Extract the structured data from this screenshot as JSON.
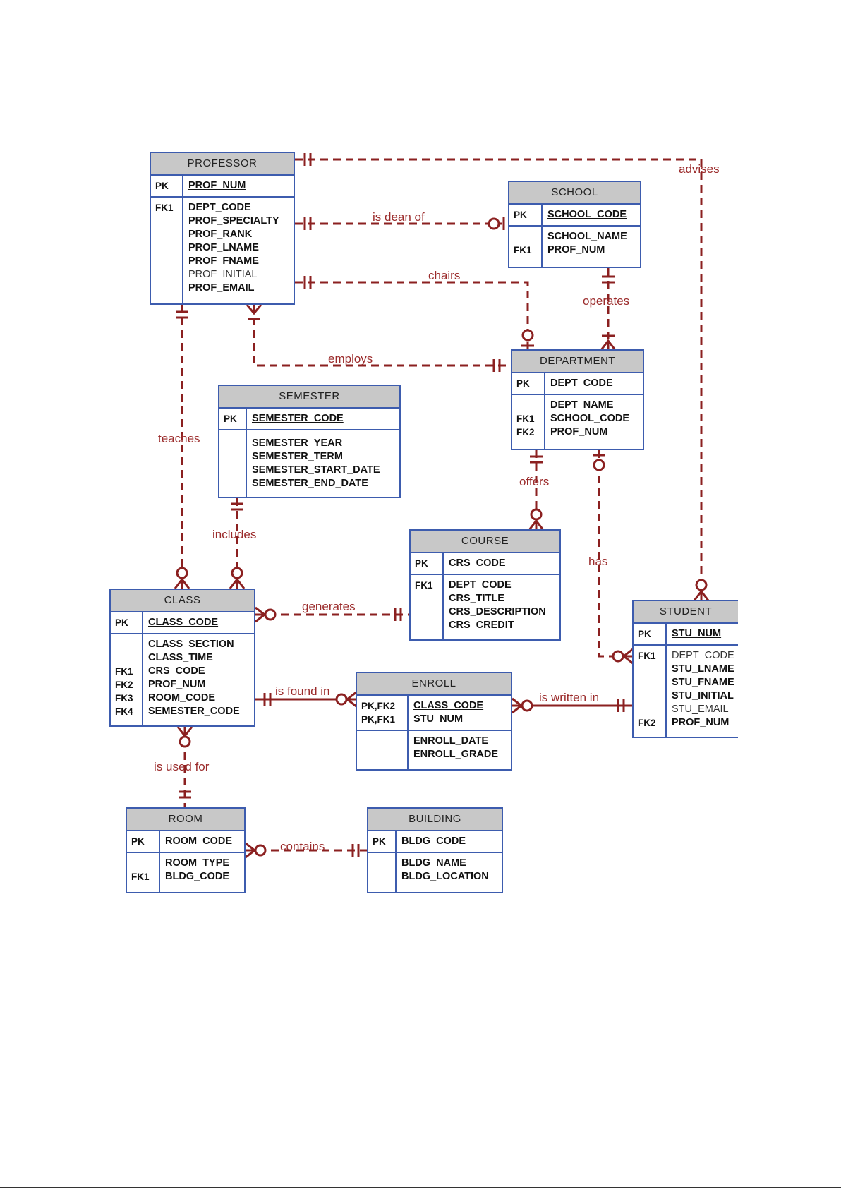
{
  "entities": {
    "professor": {
      "name": "PROFESSOR",
      "pk": {
        "keys": [
          "PK"
        ],
        "attrs": [
          "PROF_NUM"
        ]
      },
      "rest": {
        "keys": [
          "FK1",
          "",
          "",
          "",
          "",
          "",
          ""
        ],
        "attrs": [
          "DEPT_CODE",
          "PROF_SPECIALTY",
          "PROF_RANK",
          "PROF_LNAME",
          "PROF_FNAME",
          "PROF_INITIAL",
          "PROF_EMAIL"
        ]
      }
    },
    "school": {
      "name": "SCHOOL",
      "pk": {
        "keys": [
          "PK"
        ],
        "attrs": [
          "SCHOOL_CODE"
        ]
      },
      "rest": {
        "keys": [
          "",
          "FK1"
        ],
        "attrs": [
          "SCHOOL_NAME",
          "PROF_NUM"
        ]
      }
    },
    "department": {
      "name": "DEPARTMENT",
      "pk": {
        "keys": [
          "PK"
        ],
        "attrs": [
          "DEPT_CODE"
        ]
      },
      "rest": {
        "keys": [
          "",
          "FK1",
          "FK2"
        ],
        "attrs": [
          "DEPT_NAME",
          "SCHOOL_CODE",
          "PROF_NUM"
        ]
      }
    },
    "semester": {
      "name": "SEMESTER",
      "pk": {
        "keys": [
          "PK"
        ],
        "attrs": [
          "SEMESTER_CODE"
        ]
      },
      "rest": {
        "keys": [
          "",
          "",
          "",
          ""
        ],
        "attrs": [
          "SEMESTER_YEAR",
          "SEMESTER_TERM",
          "SEMESTER_START_DATE",
          "SEMESTER_END_DATE"
        ]
      }
    },
    "course": {
      "name": "COURSE",
      "pk": {
        "keys": [
          "PK"
        ],
        "attrs": [
          "CRS_CODE"
        ]
      },
      "rest": {
        "keys": [
          "FK1",
          "",
          "",
          ""
        ],
        "attrs": [
          "DEPT_CODE",
          "CRS_TITLE",
          "CRS_DESCRIPTION",
          "CRS_CREDIT"
        ]
      }
    },
    "class": {
      "name": "CLASS",
      "pk": {
        "keys": [
          "PK"
        ],
        "attrs": [
          "CLASS_CODE"
        ]
      },
      "rest": {
        "keys": [
          "",
          "",
          "FK1",
          "FK2",
          "FK3",
          "FK4"
        ],
        "attrs": [
          "CLASS_SECTION",
          "CLASS_TIME",
          "CRS_CODE",
          "PROF_NUM",
          "ROOM_CODE",
          "SEMESTER_CODE"
        ]
      }
    },
    "enroll": {
      "name": "ENROLL",
      "pk": {
        "keys": [
          "PK,FK2",
          "PK,FK1"
        ],
        "attrs": [
          "CLASS_CODE",
          "STU_NUM"
        ]
      },
      "rest": {
        "keys": [
          "",
          ""
        ],
        "attrs": [
          "ENROLL_DATE",
          "ENROLL_GRADE"
        ]
      }
    },
    "student": {
      "name": "STUDENT",
      "pk": {
        "keys": [
          "PK"
        ],
        "attrs": [
          "STU_NUM"
        ]
      },
      "rest": {
        "keys": [
          "FK1",
          "",
          "",
          "",
          "",
          "FK2"
        ],
        "attrs": [
          "DEPT_CODE",
          "STU_LNAME",
          "STU_FNAME",
          "STU_INITIAL",
          "STU_EMAIL",
          "PROF_NUM"
        ]
      }
    },
    "room": {
      "name": "ROOM",
      "pk": {
        "keys": [
          "PK"
        ],
        "attrs": [
          "ROOM_CODE"
        ]
      },
      "rest": {
        "keys": [
          "",
          "FK1"
        ],
        "attrs": [
          "ROOM_TYPE",
          "BLDG_CODE"
        ]
      }
    },
    "building": {
      "name": "BUILDING",
      "pk": {
        "keys": [
          "PK"
        ],
        "attrs": [
          "BLDG_CODE"
        ]
      },
      "rest": {
        "keys": [
          "",
          ""
        ],
        "attrs": [
          "BLDG_NAME",
          "BLDG_LOCATION"
        ]
      }
    }
  },
  "relationships": {
    "advises": "advises",
    "is_dean_of": "is dean of",
    "chairs": "chairs",
    "operates": "operates",
    "employs": "employs",
    "teaches": "teaches",
    "includes": "includes",
    "offers": "offers",
    "has": "has",
    "generates": "generates",
    "is_found_in": "is found in",
    "is_written_in": "is written in",
    "is_used_for": "is used for",
    "contains": "contains"
  },
  "colors": {
    "entity_border": "#3d5cae",
    "entity_header": "#c8c8c8",
    "relationship": "#8b2020"
  }
}
